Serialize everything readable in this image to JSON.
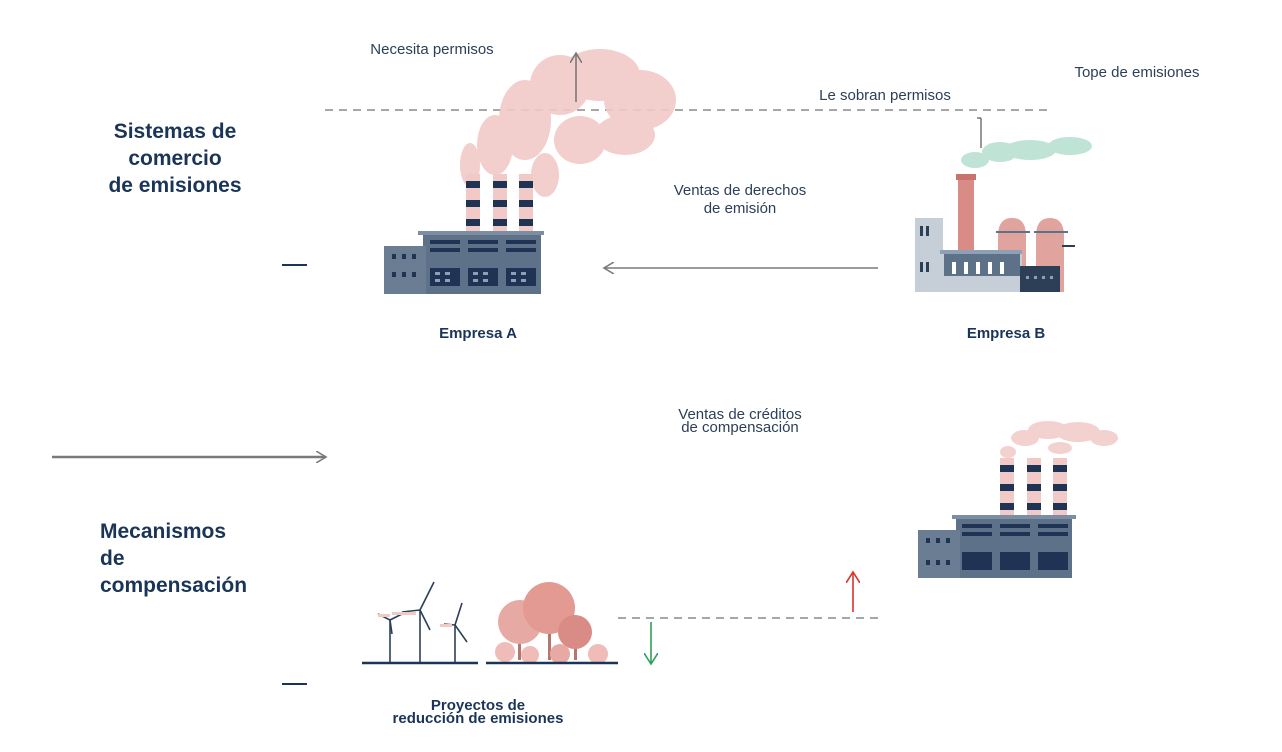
{
  "ets": {
    "heading_line1": "Sistemas de",
    "heading_line2": "comercio",
    "heading_line3": "de emisiones",
    "needs_permits": "Necesita permisos",
    "cap_label": "Tope de emisiones",
    "surplus_permits": "Le sobran permisos",
    "sale_line1": "Ventas de derechos",
    "sale_line2": "de emisión",
    "company_a": "Empresa A",
    "company_b": "Empresa B"
  },
  "offset": {
    "heading_line1": "Mecanismos",
    "heading_line2": "de",
    "heading_line3": "compensación",
    "sale_line1": "Ventas de créditos",
    "sale_line2": "de compensación",
    "projects_line1": "Proyectos de",
    "projects_line2": "reducción de emisiones"
  },
  "colors": {
    "navy": "#1a3557",
    "factory_blue": "#5d7189",
    "factory_dark": "#2c3f57",
    "smoke_pink": "#f1c9c7",
    "smoke_green": "#bfe3d4",
    "brick": "#d98c85",
    "arrow_gray": "#7a7a7a",
    "arrow_red": "#d9332b",
    "arrow_green": "#2e9e5b"
  }
}
